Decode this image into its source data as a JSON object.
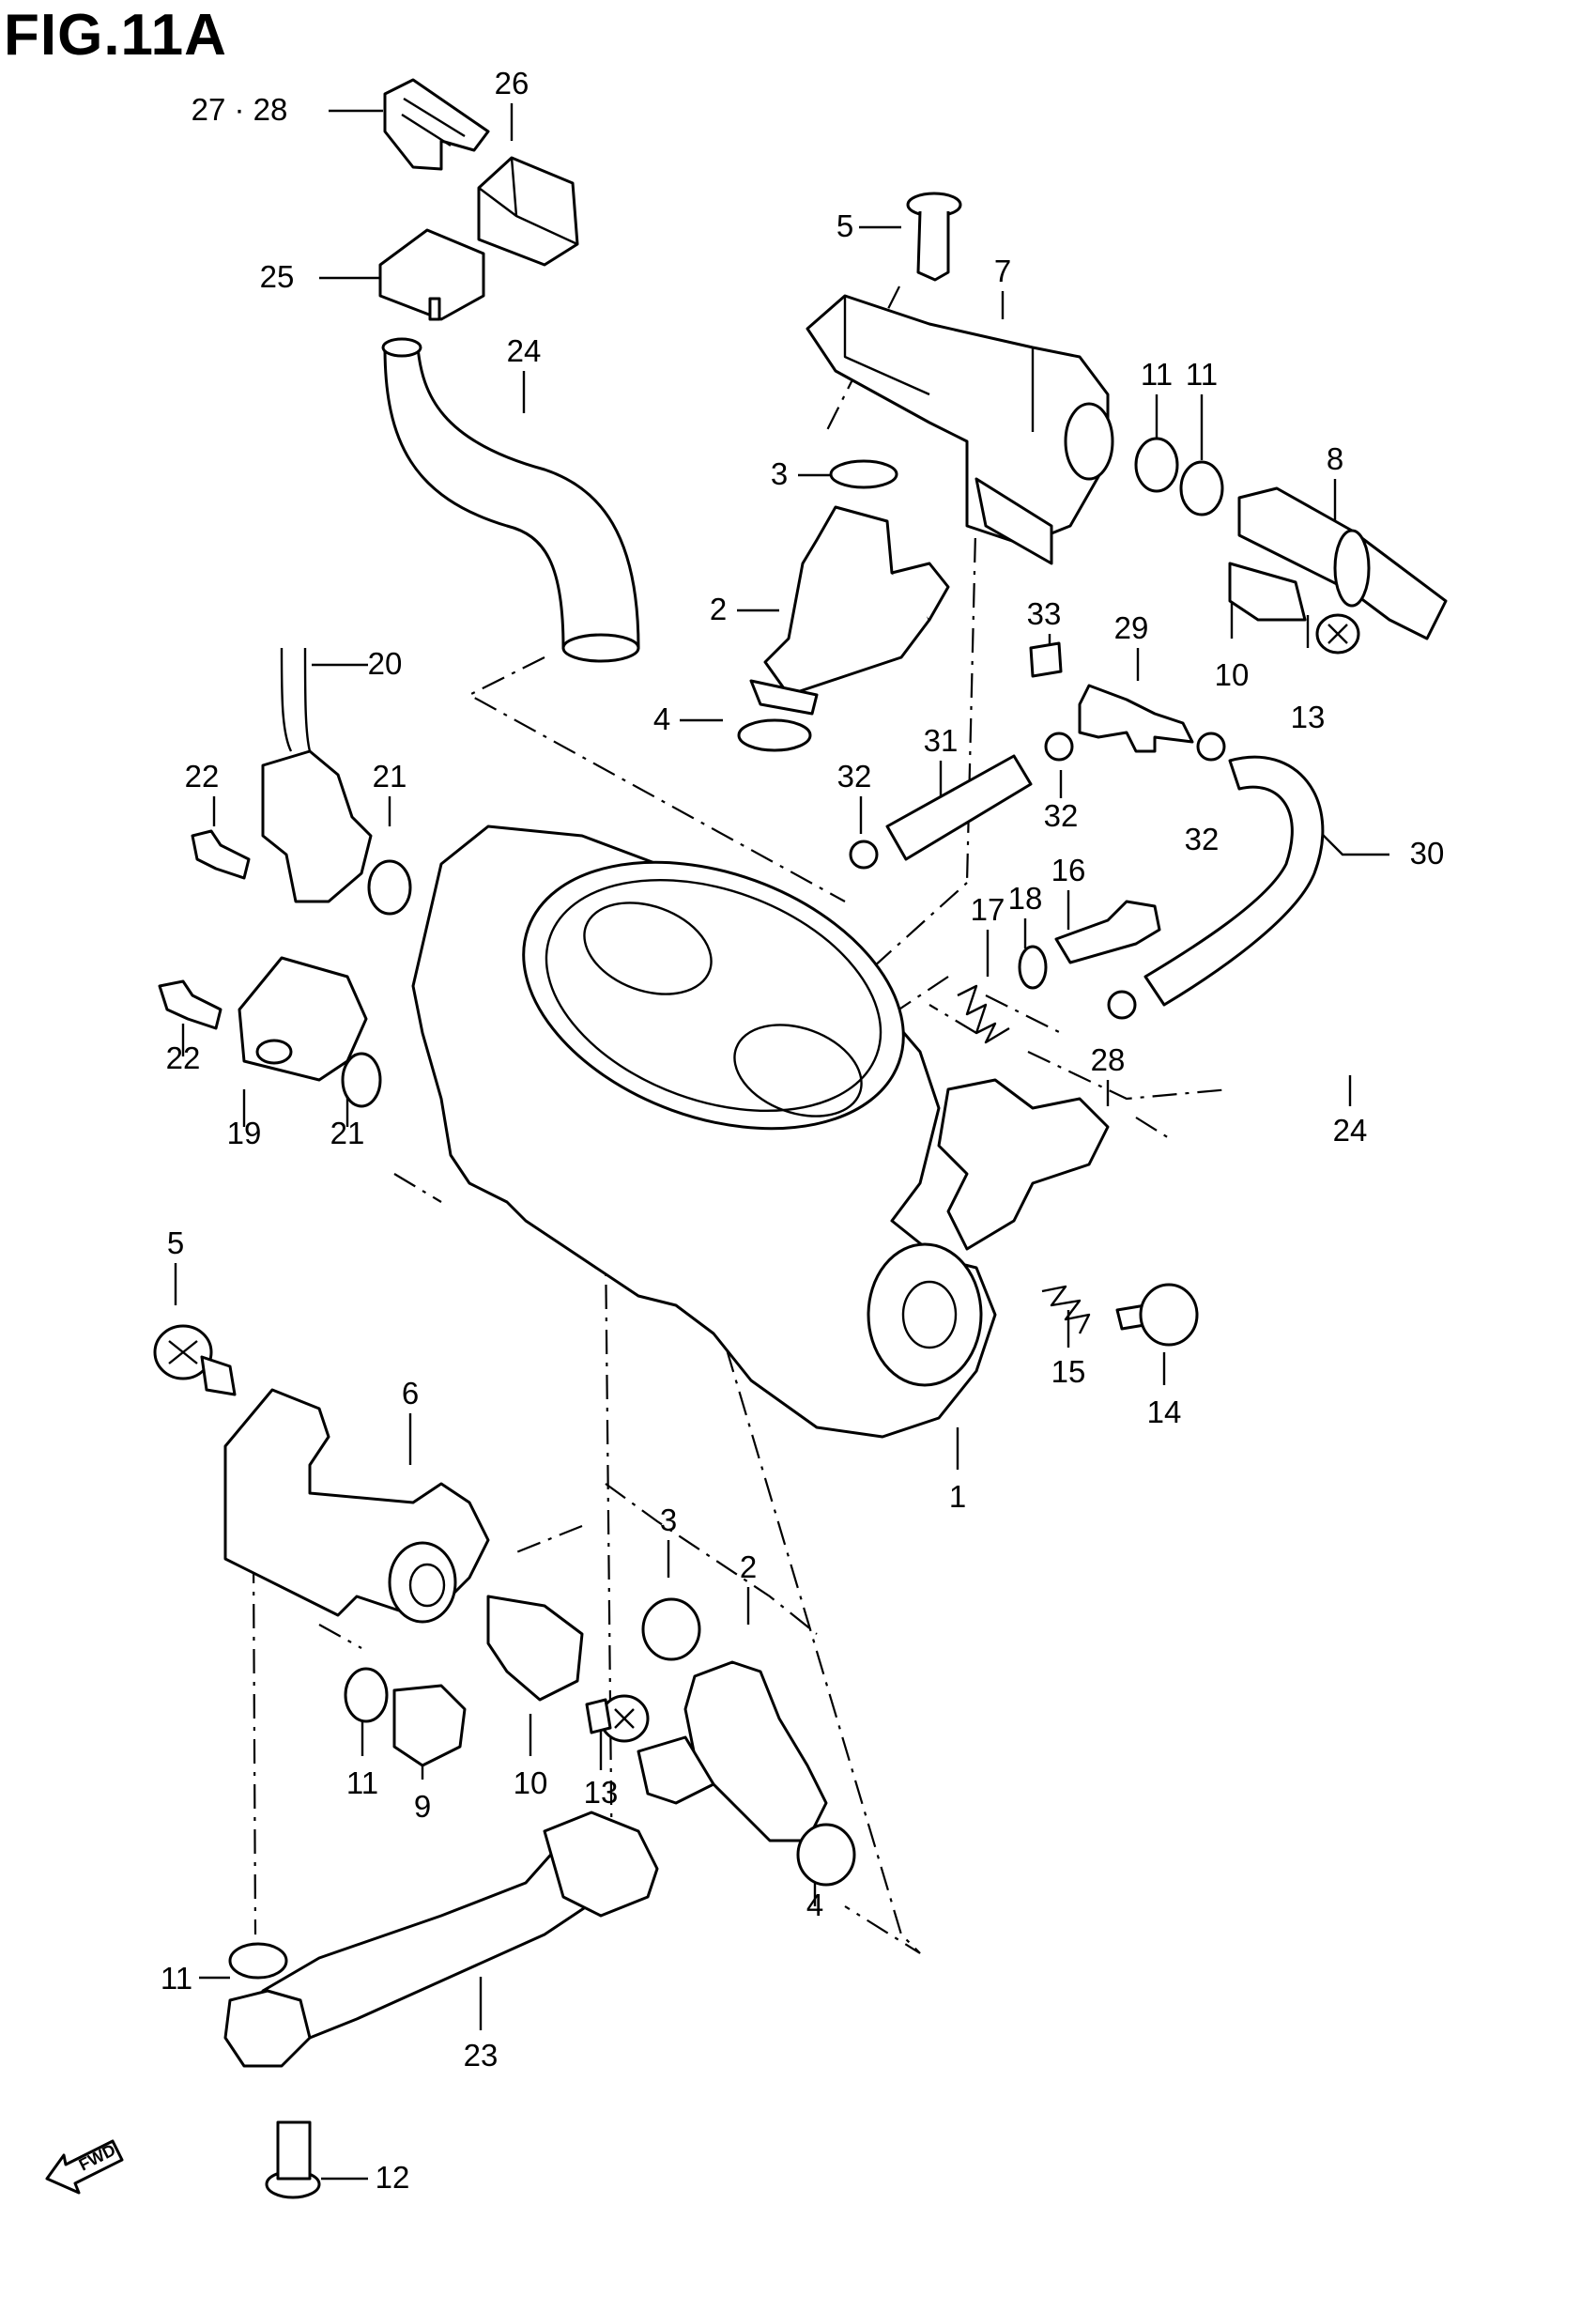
{
  "figure": {
    "title": "FIG.11A"
  },
  "fwd_badge": {
    "text": "FWD"
  },
  "labels": [
    {
      "id": "27-28",
      "text": "27 · 28"
    },
    {
      "id": "26",
      "text": "26"
    },
    {
      "id": "25",
      "text": "25"
    },
    {
      "id": "24a",
      "text": "24"
    },
    {
      "id": "5a",
      "text": "5"
    },
    {
      "id": "7",
      "text": "7"
    },
    {
      "id": "11a",
      "text": "11"
    },
    {
      "id": "11b",
      "text": "11"
    },
    {
      "id": "8",
      "text": "8"
    },
    {
      "id": "3a",
      "text": "3"
    },
    {
      "id": "2a",
      "text": "2"
    },
    {
      "id": "33",
      "text": "33"
    },
    {
      "id": "29",
      "text": "29"
    },
    {
      "id": "10a",
      "text": "10"
    },
    {
      "id": "13a",
      "text": "13"
    },
    {
      "id": "20",
      "text": "20"
    },
    {
      "id": "4a",
      "text": "4"
    },
    {
      "id": "31",
      "text": "31"
    },
    {
      "id": "22a",
      "text": "22"
    },
    {
      "id": "21a",
      "text": "21"
    },
    {
      "id": "32a",
      "text": "32"
    },
    {
      "id": "32b",
      "text": "32"
    },
    {
      "id": "32c",
      "text": "32"
    },
    {
      "id": "30",
      "text": "30"
    },
    {
      "id": "16",
      "text": "16"
    },
    {
      "id": "18",
      "text": "18"
    },
    {
      "id": "17",
      "text": "17"
    },
    {
      "id": "22b",
      "text": "22"
    },
    {
      "id": "28",
      "text": "28"
    },
    {
      "id": "19",
      "text": "19"
    },
    {
      "id": "24b",
      "text": "24"
    },
    {
      "id": "21b",
      "text": "21"
    },
    {
      "id": "5b",
      "text": "5"
    },
    {
      "id": "15",
      "text": "15"
    },
    {
      "id": "14",
      "text": "14"
    },
    {
      "id": "6",
      "text": "6"
    },
    {
      "id": "1",
      "text": "1"
    },
    {
      "id": "3b",
      "text": "3"
    },
    {
      "id": "2b",
      "text": "2"
    },
    {
      "id": "11c",
      "text": "11"
    },
    {
      "id": "10b",
      "text": "10"
    },
    {
      "id": "13b",
      "text": "13"
    },
    {
      "id": "9",
      "text": "9"
    },
    {
      "id": "4b",
      "text": "4"
    },
    {
      "id": "11d",
      "text": "11"
    },
    {
      "id": "23",
      "text": "23"
    },
    {
      "id": "12",
      "text": "12"
    }
  ]
}
